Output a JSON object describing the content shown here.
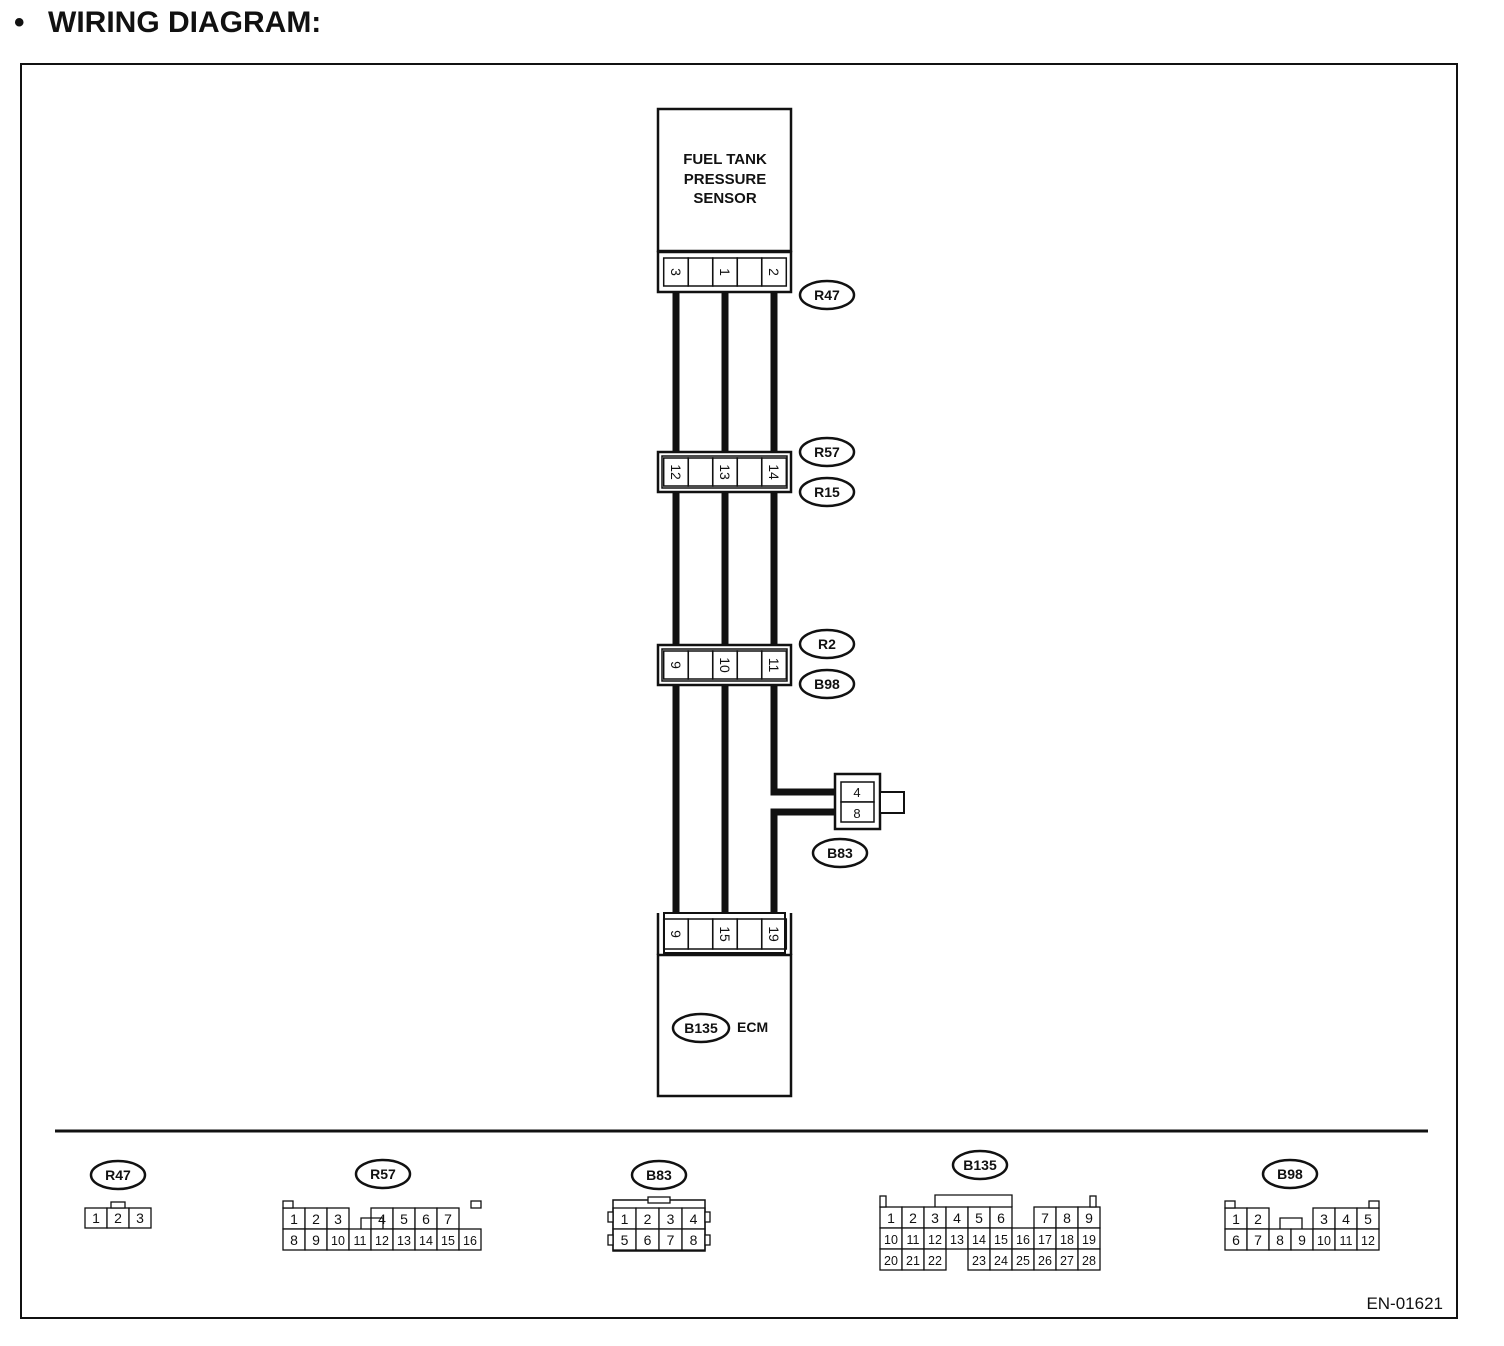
{
  "title": "WIRING DIAGRAM:",
  "bullet": "•",
  "ref_code": "EN-01621",
  "components": {
    "sensor": {
      "lines": [
        "FUEL TANK",
        "PRESSURE",
        "SENSOR"
      ]
    },
    "ecm": {
      "connector": "B135",
      "label": "ECM"
    }
  },
  "connectors": {
    "r47": {
      "id": "R47",
      "pins": [
        "3",
        "1",
        "2"
      ]
    },
    "r57_r15": {
      "ids": [
        "R57",
        "R15"
      ],
      "pins": [
        "12",
        "13",
        "14"
      ]
    },
    "r2_b98": {
      "ids": [
        "R2",
        "B98"
      ],
      "pins": [
        "9",
        "10",
        "11"
      ]
    },
    "b83": {
      "id": "B83",
      "pins": [
        "4",
        "8"
      ]
    },
    "b135": {
      "pins": [
        "9",
        "15",
        "19"
      ]
    }
  },
  "legend": {
    "r47": {
      "id": "R47",
      "rows": [
        [
          "1",
          "2",
          "3"
        ]
      ]
    },
    "r57": {
      "id": "R57",
      "rows": [
        [
          "1",
          "2",
          "3",
          "",
          "4",
          "5",
          "6",
          "7"
        ],
        [
          "8",
          "9",
          "10",
          "11",
          "12",
          "13",
          "14",
          "15",
          "16"
        ]
      ]
    },
    "b83": {
      "id": "B83",
      "rows": [
        [
          "1",
          "2",
          "3",
          "4"
        ],
        [
          "5",
          "6",
          "7",
          "8"
        ]
      ]
    },
    "b135": {
      "id": "B135",
      "rows": [
        [
          "1",
          "2",
          "3",
          "4",
          "5",
          "6",
          "",
          "7",
          "8",
          "9"
        ],
        [
          "10",
          "11",
          "12",
          "13",
          "14",
          "15",
          "16",
          "17",
          "18",
          "19"
        ],
        [
          "20",
          "21",
          "22",
          "",
          "23",
          "24",
          "25",
          "26",
          "27",
          "28"
        ]
      ]
    },
    "b98": {
      "id": "B98",
      "rows": [
        [
          "1",
          "2",
          "",
          "3",
          "4",
          "5"
        ],
        [
          "6",
          "7",
          "8",
          "9",
          "10",
          "11",
          "12"
        ]
      ]
    }
  }
}
